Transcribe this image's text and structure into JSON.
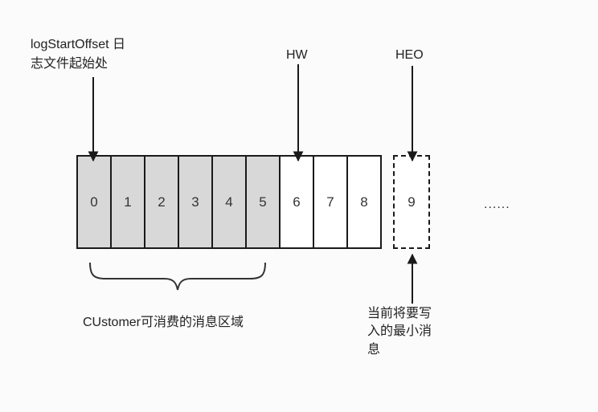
{
  "diagram": {
    "log_start_label": "logStartOffset 日\n志文件起始处",
    "hw_label": "HW",
    "heo_label": "HEO",
    "ellipsis": "......",
    "consumer_region_label": "CUstomer可消费的消息区域",
    "next_write_label": "当前将要写\n入的最小消\n息",
    "cells": [
      {
        "label": "0",
        "shaded": true,
        "dashed": false
      },
      {
        "label": "1",
        "shaded": true,
        "dashed": false
      },
      {
        "label": "2",
        "shaded": true,
        "dashed": false
      },
      {
        "label": "3",
        "shaded": true,
        "dashed": false
      },
      {
        "label": "4",
        "shaded": true,
        "dashed": false
      },
      {
        "label": "5",
        "shaded": true,
        "dashed": false
      },
      {
        "label": "6",
        "shaded": false,
        "dashed": false
      },
      {
        "label": "7",
        "shaded": false,
        "dashed": false
      },
      {
        "label": "8",
        "shaded": false,
        "dashed": false
      },
      {
        "label": "9",
        "shaded": false,
        "dashed": true
      }
    ],
    "colors": {
      "background": "#fbfbfb",
      "cell_border": "#1a1a1a",
      "shaded_cell_fill": "#d8d8d8",
      "text": "#222222"
    }
  }
}
